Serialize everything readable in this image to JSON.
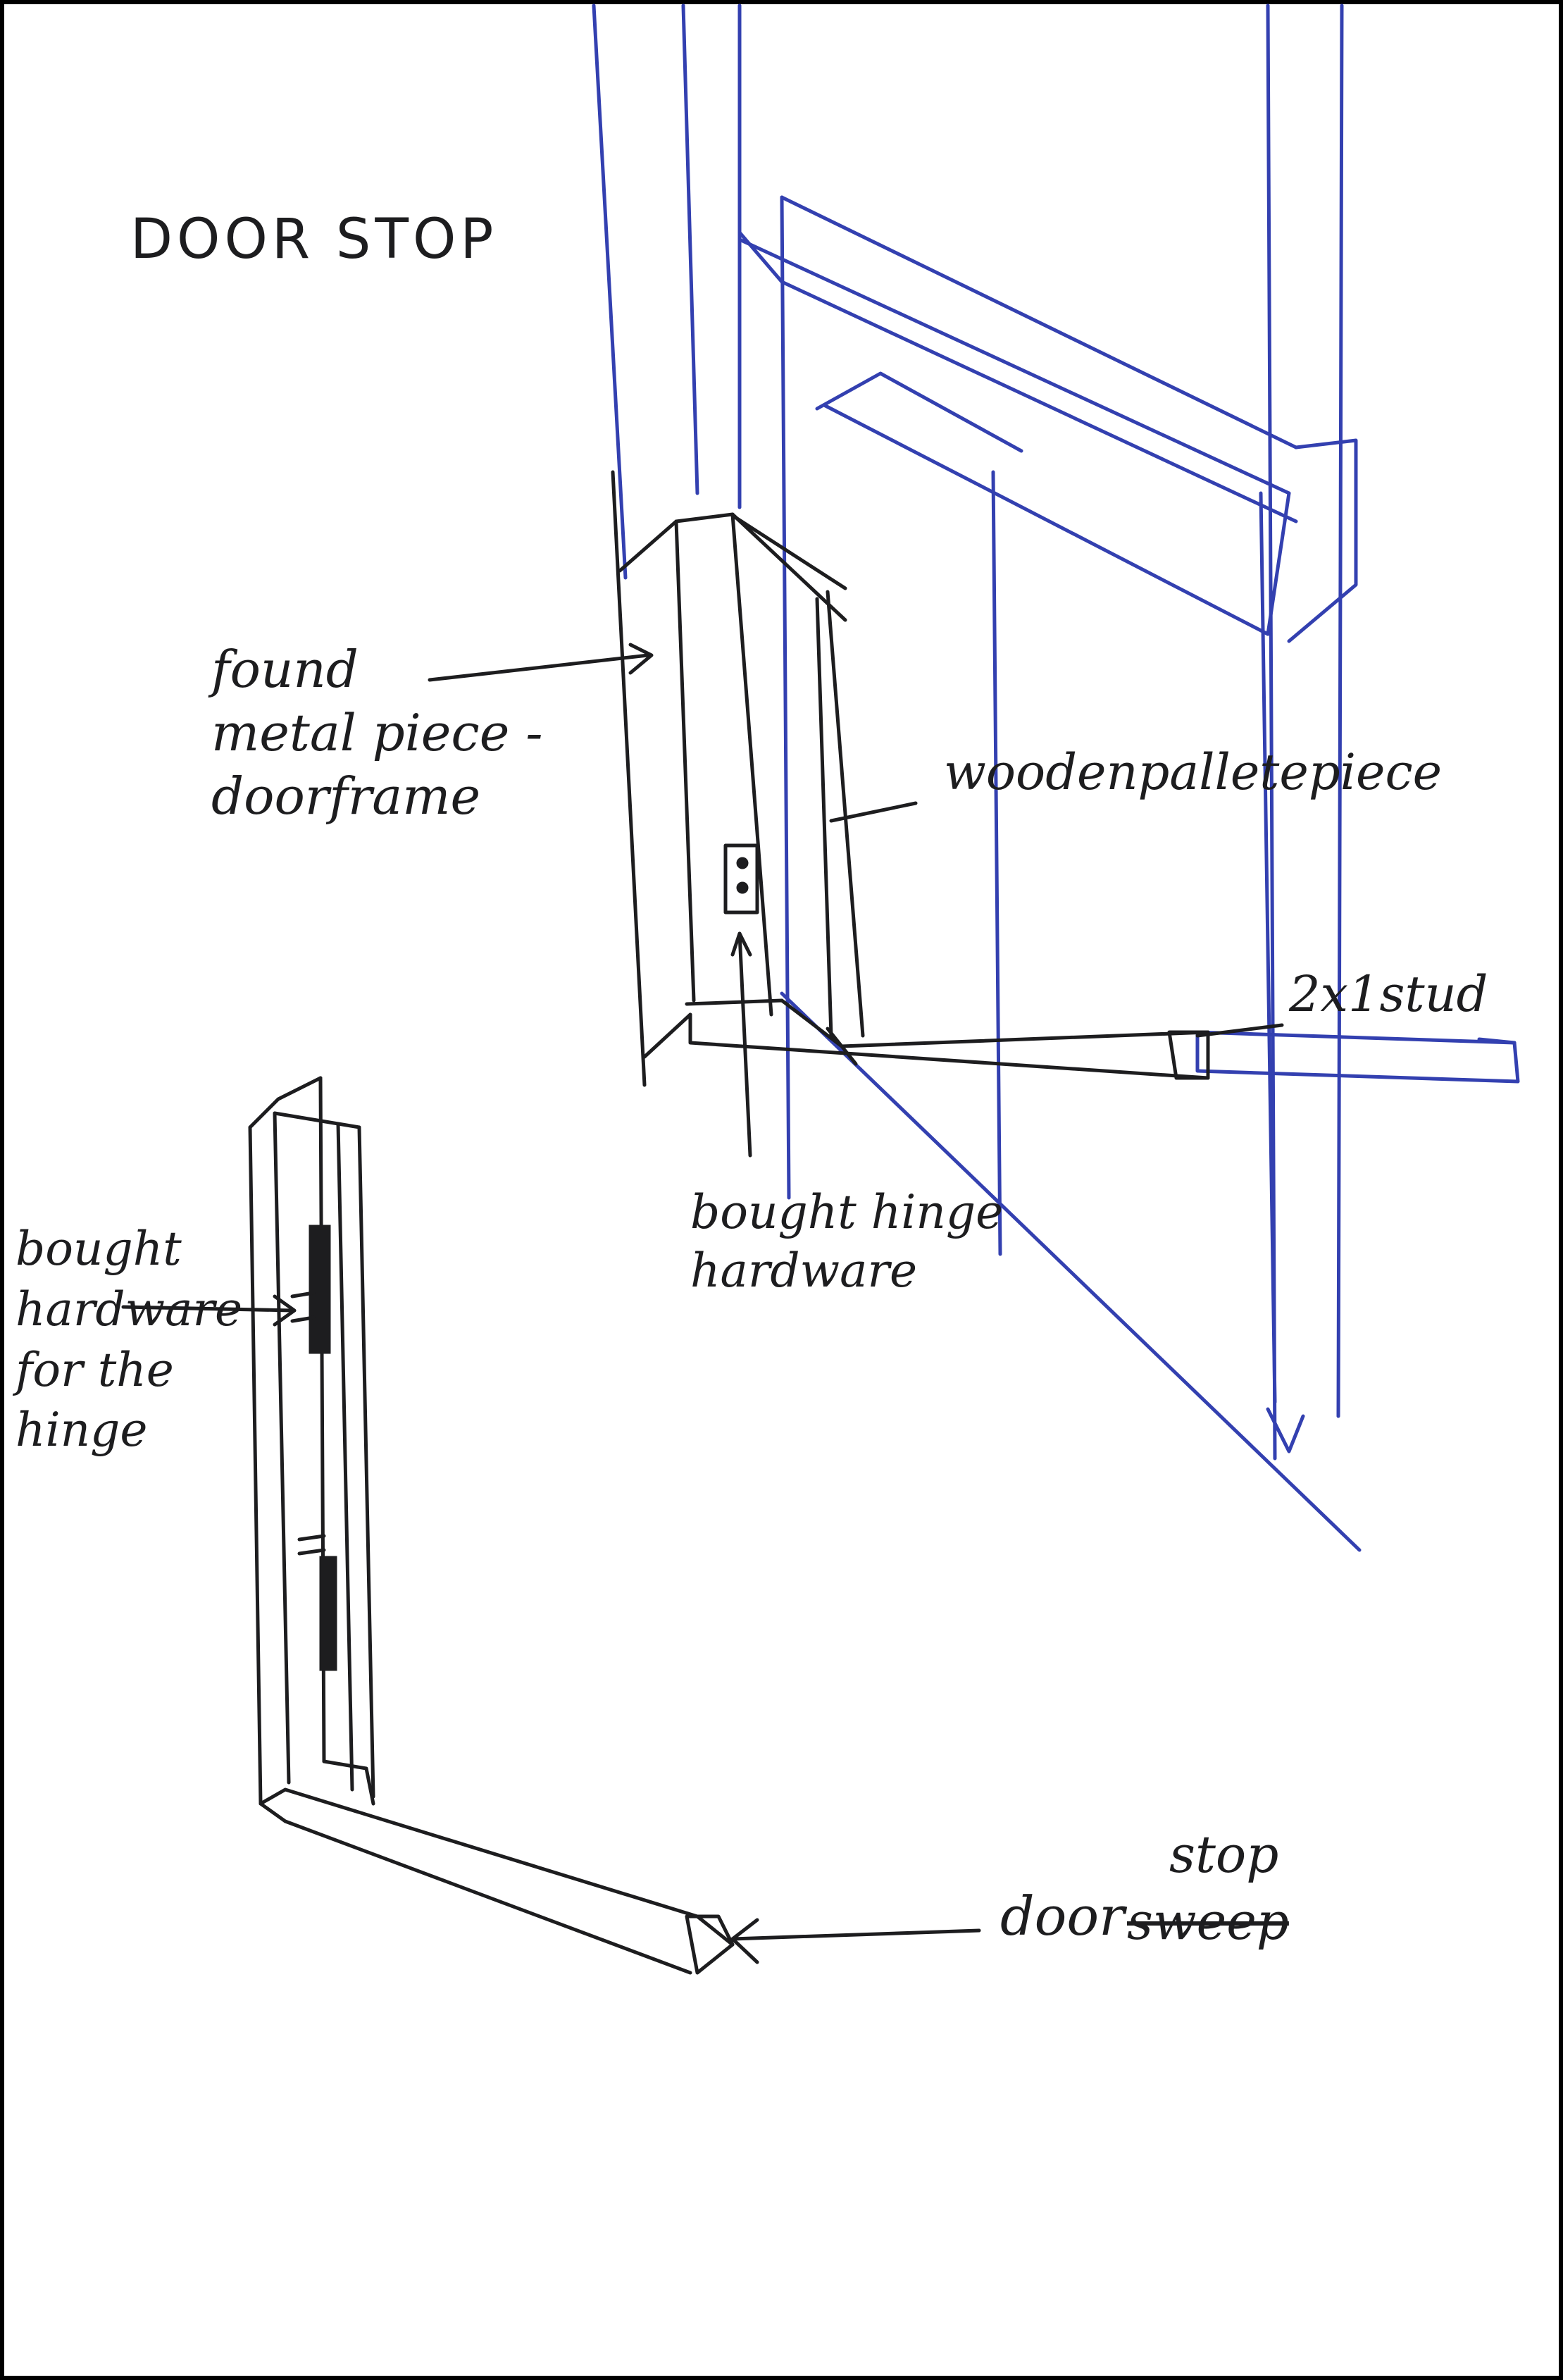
{
  "title": "DOOR STOP",
  "labels": {
    "found_metal": "found\nmetal piece -\ndoorframe",
    "wooden_pallet": "woodenpalletepiece",
    "stud": "2x1stud",
    "bought_hinge": "bought hinge\nhardware",
    "bought_hardware": "bought\nhardware\nfor the\nhinge",
    "door": "door",
    "door_struck": "sweep",
    "door_replacement": "stop"
  },
  "colors": {
    "ink": "#1d1d1f",
    "blue_ink": "#3340b0",
    "paper": "#ffffff",
    "border": "#000000"
  }
}
